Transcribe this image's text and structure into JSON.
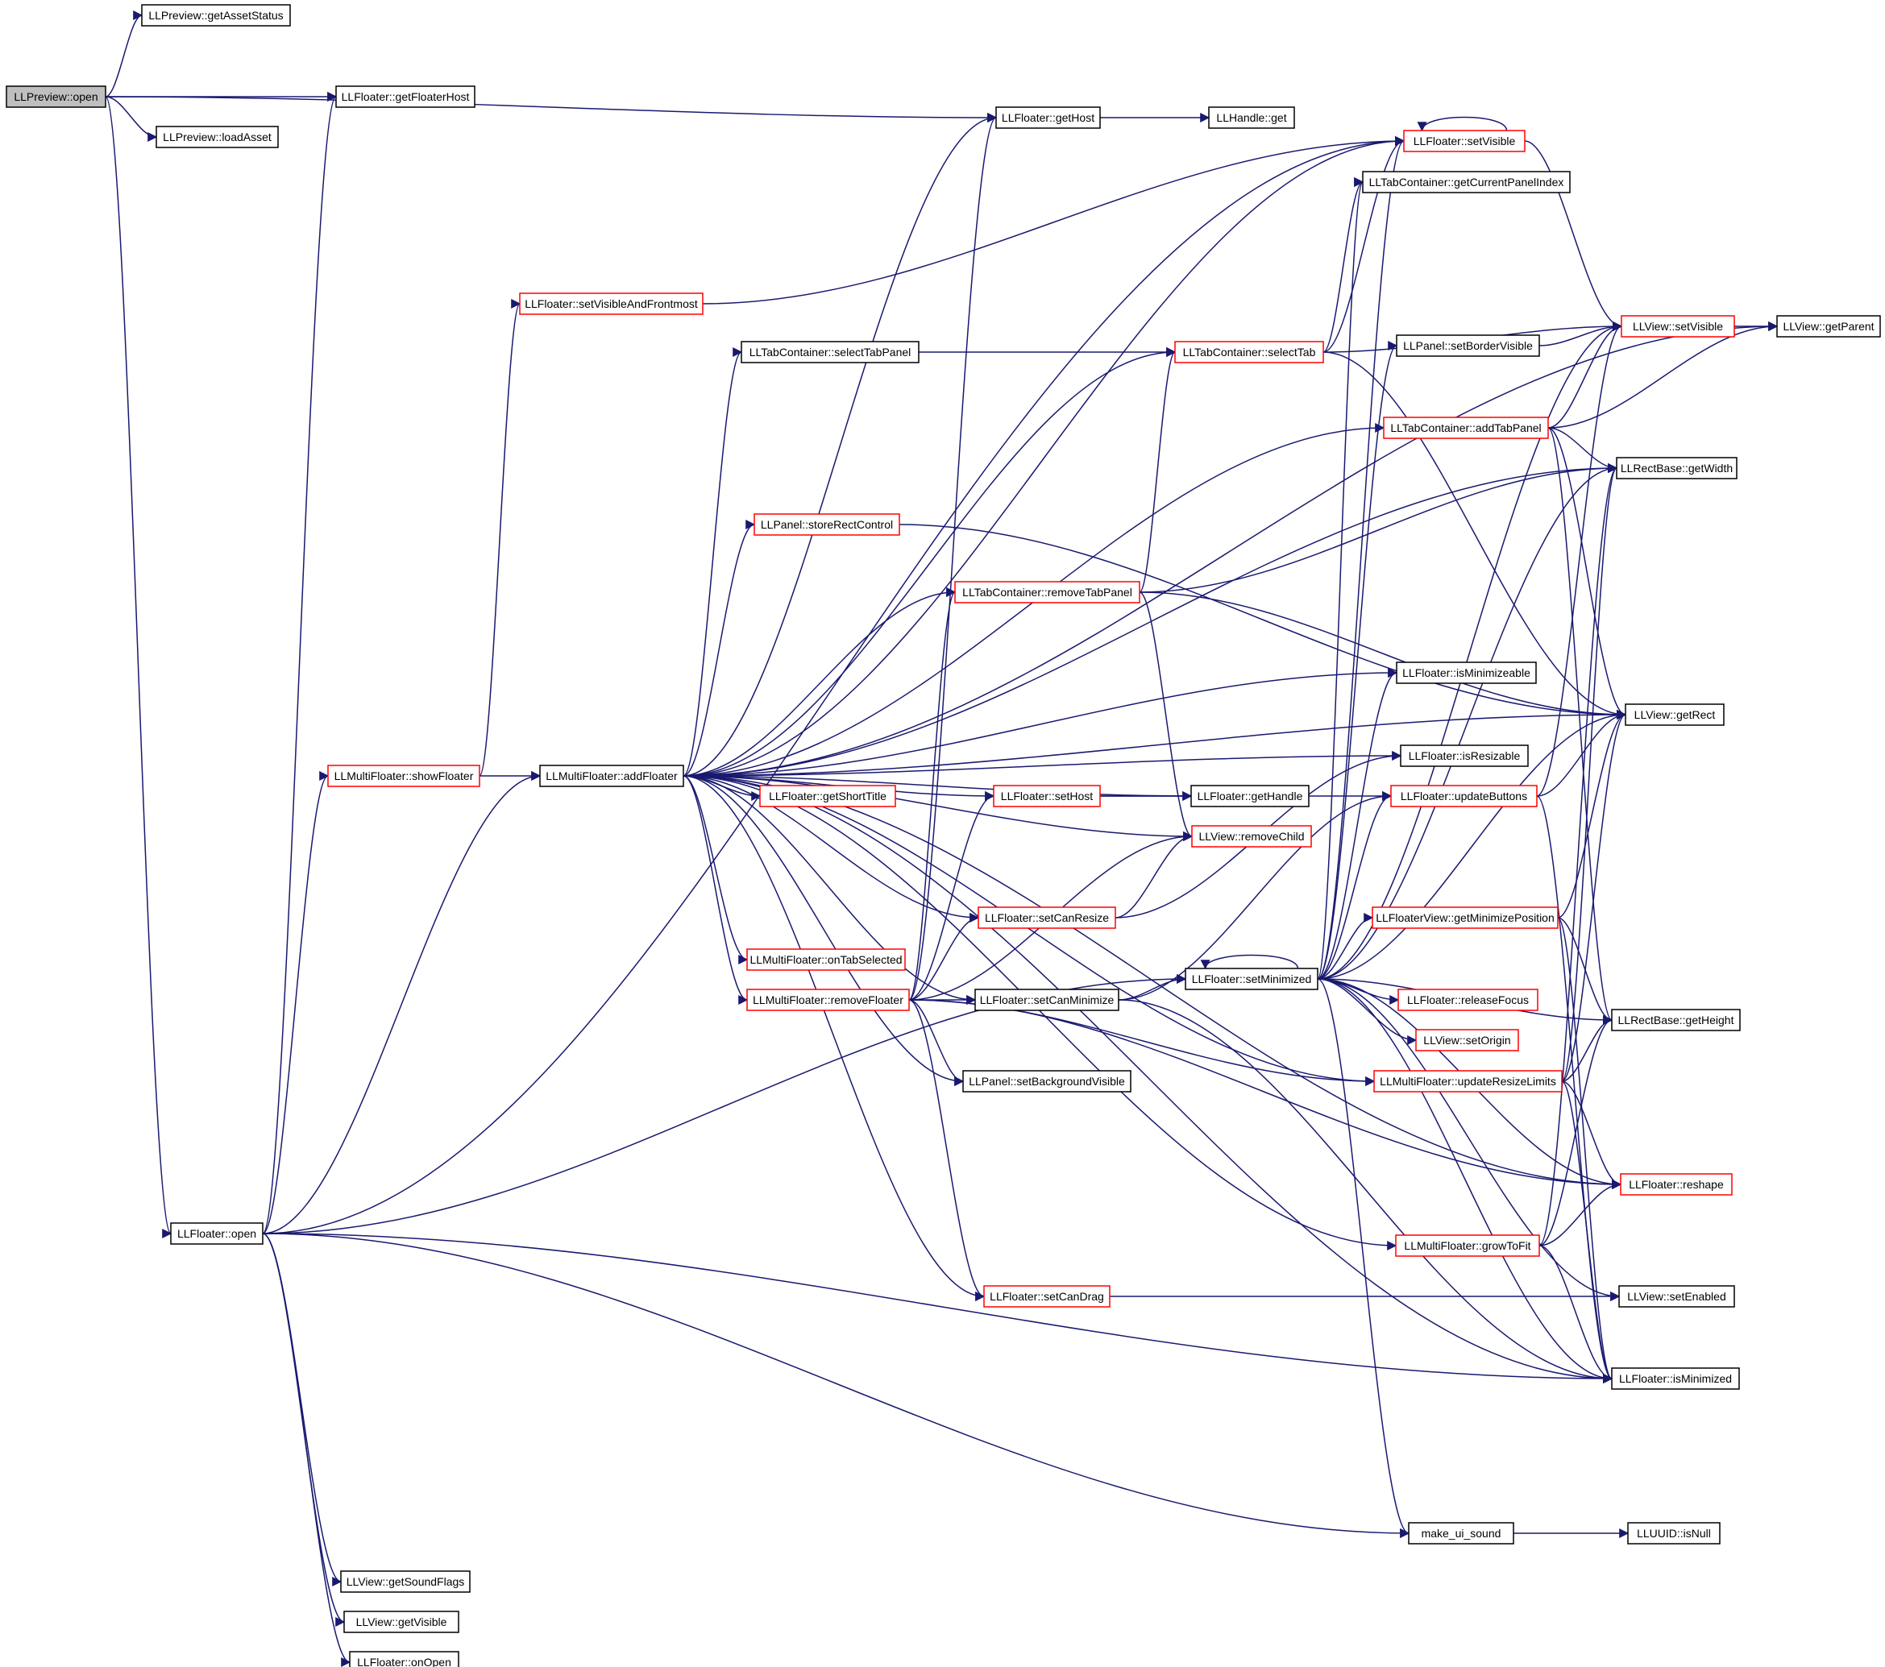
{
  "diagram": {
    "title": "",
    "colors": {
      "edge": "#191970",
      "normal_border": "#000000",
      "incomplete_border": "#ff0000",
      "root_fill": "#bfbfbf"
    },
    "nodes": {
      "preview_open": "LLPreview::open",
      "getAssetStatus": "LLPreview::getAssetStatus",
      "getFloaterHost": "LLFloater::getFloaterHost",
      "loadAsset": "LLPreview::loadAsset",
      "floater_open": "LLFloater::open",
      "getHost": "LLFloater::getHost",
      "handle_get": "LLHandle::get",
      "floater_setVisible": "LLFloater::setVisible",
      "getCurrentPanelIndex": "LLTabContainer::getCurrentPanelIndex",
      "setVisibleAndFrontmost": "LLFloater::setVisibleAndFrontmost",
      "view_setVisible": "LLView::setVisible",
      "getParent": "LLView::getParent",
      "selectTabPanel": "LLTabContainer::selectTabPanel",
      "selectTab": "LLTabContainer::selectTab",
      "setBorderVisible": "LLPanel::setBorderVisible",
      "addTabPanel": "LLTabContainer::addTabPanel",
      "getWidth": "LLRectBase::getWidth",
      "storeRectControl": "LLPanel::storeRectControl",
      "removeTabPanel": "LLTabContainer::removeTabPanel",
      "isMinimizeable": "LLFloater::isMinimizeable",
      "getRect": "LLView::getRect",
      "isResizable": "LLFloater::isResizable",
      "showFloater": "LLMultiFloater::showFloater",
      "addFloater": "LLMultiFloater::addFloater",
      "getShortTitle": "LLFloater::getShortTitle",
      "setHost": "LLFloater::setHost",
      "getHandle": "LLFloater::getHandle",
      "updateButtons": "LLFloater::updateButtons",
      "removeChild": "LLView::removeChild",
      "setCanResize": "LLFloater::setCanResize",
      "getMinimizePosition": "LLFloaterView::getMinimizePosition",
      "onTabSelected": "LLMultiFloater::onTabSelected",
      "removeFloater": "LLMultiFloater::removeFloater",
      "setCanMinimize": "LLFloater::setCanMinimize",
      "setMinimized": "LLFloater::setMinimized",
      "releaseFocus": "LLFloater::releaseFocus",
      "getHeight": "LLRectBase::getHeight",
      "setOrigin": "LLView::setOrigin",
      "setBackgroundVisible": "LLPanel::setBackgroundVisible",
      "updateResizeLimits": "LLMultiFloater::updateResizeLimits",
      "reshape": "LLFloater::reshape",
      "growToFit": "LLMultiFloater::growToFit",
      "setCanDrag": "LLFloater::setCanDrag",
      "setEnabled": "LLView::setEnabled",
      "isMinimized": "LLFloater::isMinimized",
      "make_ui_sound": "make_ui_sound",
      "uuid_isNull": "LLUUID::isNull",
      "getSoundFlags": "LLView::getSoundFlags",
      "getVisible": "LLView::getVisible",
      "onOpen": "LLFloater::onOpen"
    }
  }
}
